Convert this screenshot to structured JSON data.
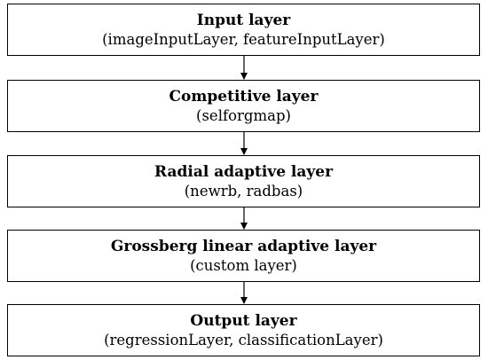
{
  "layers": [
    {
      "title": "Input layer",
      "subtitle": "(imageInputLayer, featureInputLayer)"
    },
    {
      "title": "Competitive layer",
      "subtitle": "(selforgmap)"
    },
    {
      "title": "Radial adaptive layer",
      "subtitle": "(newrb, radbas)"
    },
    {
      "title": "Grossberg linear adaptive layer",
      "subtitle": "(custom layer)"
    },
    {
      "title": "Output layer",
      "subtitle": "(regressionLayer, classificationLayer)"
    }
  ],
  "colors": {
    "stroke": "#000000",
    "background": "#ffffff"
  }
}
